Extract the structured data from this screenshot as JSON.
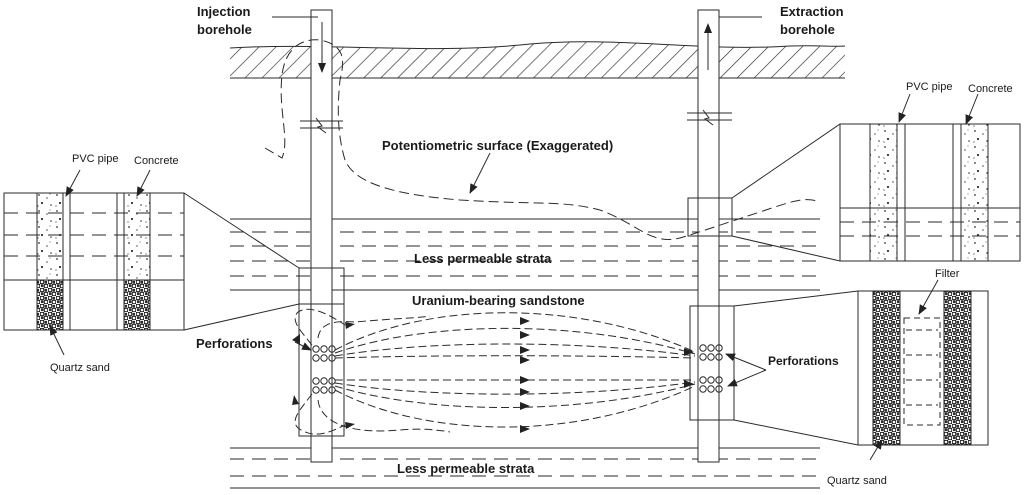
{
  "labels": {
    "injection_borehole_1": "Injection",
    "injection_borehole_2": "borehole",
    "extraction_borehole_1": "Extraction",
    "extraction_borehole_2": "borehole",
    "potentiometric_surface": "Potentiometric surface (Exaggerated)",
    "less_permeable_upper": "Less permeable strata",
    "uranium_sandstone": "Uranium-bearing sandstone",
    "less_permeable_lower": "Less permeable strata",
    "perforations_left": "Perforations",
    "perforations_right": "Perforations",
    "left_inset_pvc": "PVC pipe",
    "left_inset_concrete": "Concrete",
    "left_inset_quartz": "Quartz sand",
    "right_top_pvc": "PVC pipe",
    "right_top_concrete": "Concrete",
    "right_bottom_filter": "Filter",
    "right_bottom_quartz": "Quartz sand"
  },
  "colors": {
    "line": "#2a2a2a",
    "text": "#1a1a1a",
    "background": "#ffffff"
  }
}
